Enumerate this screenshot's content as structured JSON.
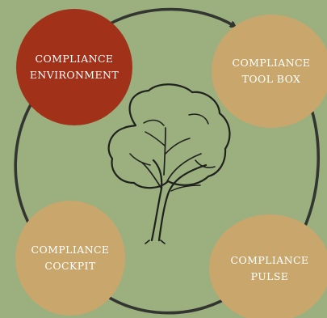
{
  "colors": {
    "background": "#9caf7f",
    "highlight": "#a2311a",
    "node": "#c9a66c",
    "arrow": "#333630",
    "text": "#ffffff"
  },
  "nodes": [
    {
      "id": "environment",
      "lines": [
        "COMPLIANCE",
        "ENVIRONMENT"
      ],
      "active": true
    },
    {
      "id": "toolbox",
      "lines": [
        "COMPLIANCE",
        "TOOL BOX"
      ],
      "active": false
    },
    {
      "id": "pulse",
      "lines": [
        "COMPLIANCE",
        "PULSE"
      ],
      "active": false
    },
    {
      "id": "cockpit",
      "lines": [
        "COMPLIANCE",
        "COCKPIT"
      ],
      "active": false
    }
  ],
  "center": {
    "icon": "tree-icon"
  }
}
